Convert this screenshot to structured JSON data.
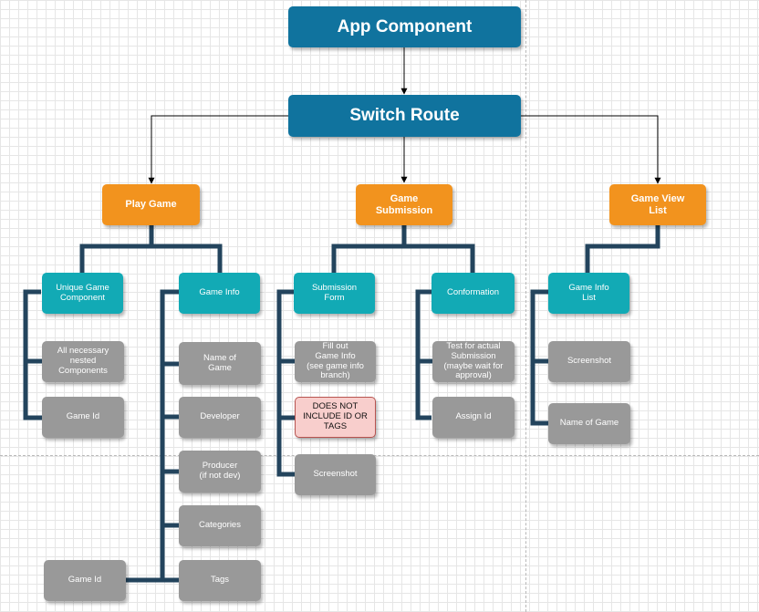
{
  "diagram": {
    "root": "App Component",
    "switch": "Switch Route",
    "branches": {
      "play_game": {
        "label": "Play Game",
        "unique_component": "Unique Game\nComponent",
        "unique_children": [
          "All necessary\nnested Components",
          "Game Id"
        ],
        "game_info": "Game Info",
        "game_info_children": [
          "Name of\nGame",
          "Developer",
          "Producer\n(if not dev)",
          "Categories",
          "Tags"
        ],
        "side_node": "Game Id"
      },
      "game_submission": {
        "label": "Game\nSubmission",
        "submission_form": "Submission\nForm",
        "form_children": [
          "Fill out\nGame Info\n(see game info\nbranch)",
          "DOES NOT\nINCLUDE ID OR\nTAGS",
          "Screenshot"
        ],
        "confirmation": "Conformation",
        "confirmation_children": [
          "Test for actual\nSubmission\n(maybe wait for\napproval)",
          "Assign Id"
        ]
      },
      "game_view_list": {
        "label": "Game View\nList",
        "info_list": "Game Info\nList",
        "info_list_children": [
          "Screenshot",
          "Name of Game"
        ]
      }
    }
  },
  "colors": {
    "blue": "#10739e",
    "orange": "#f2931e",
    "teal": "#12aab5",
    "gray": "#999999",
    "pink_fill": "#f8cecc",
    "pink_border": "#b85450",
    "connector": "#23445d"
  }
}
